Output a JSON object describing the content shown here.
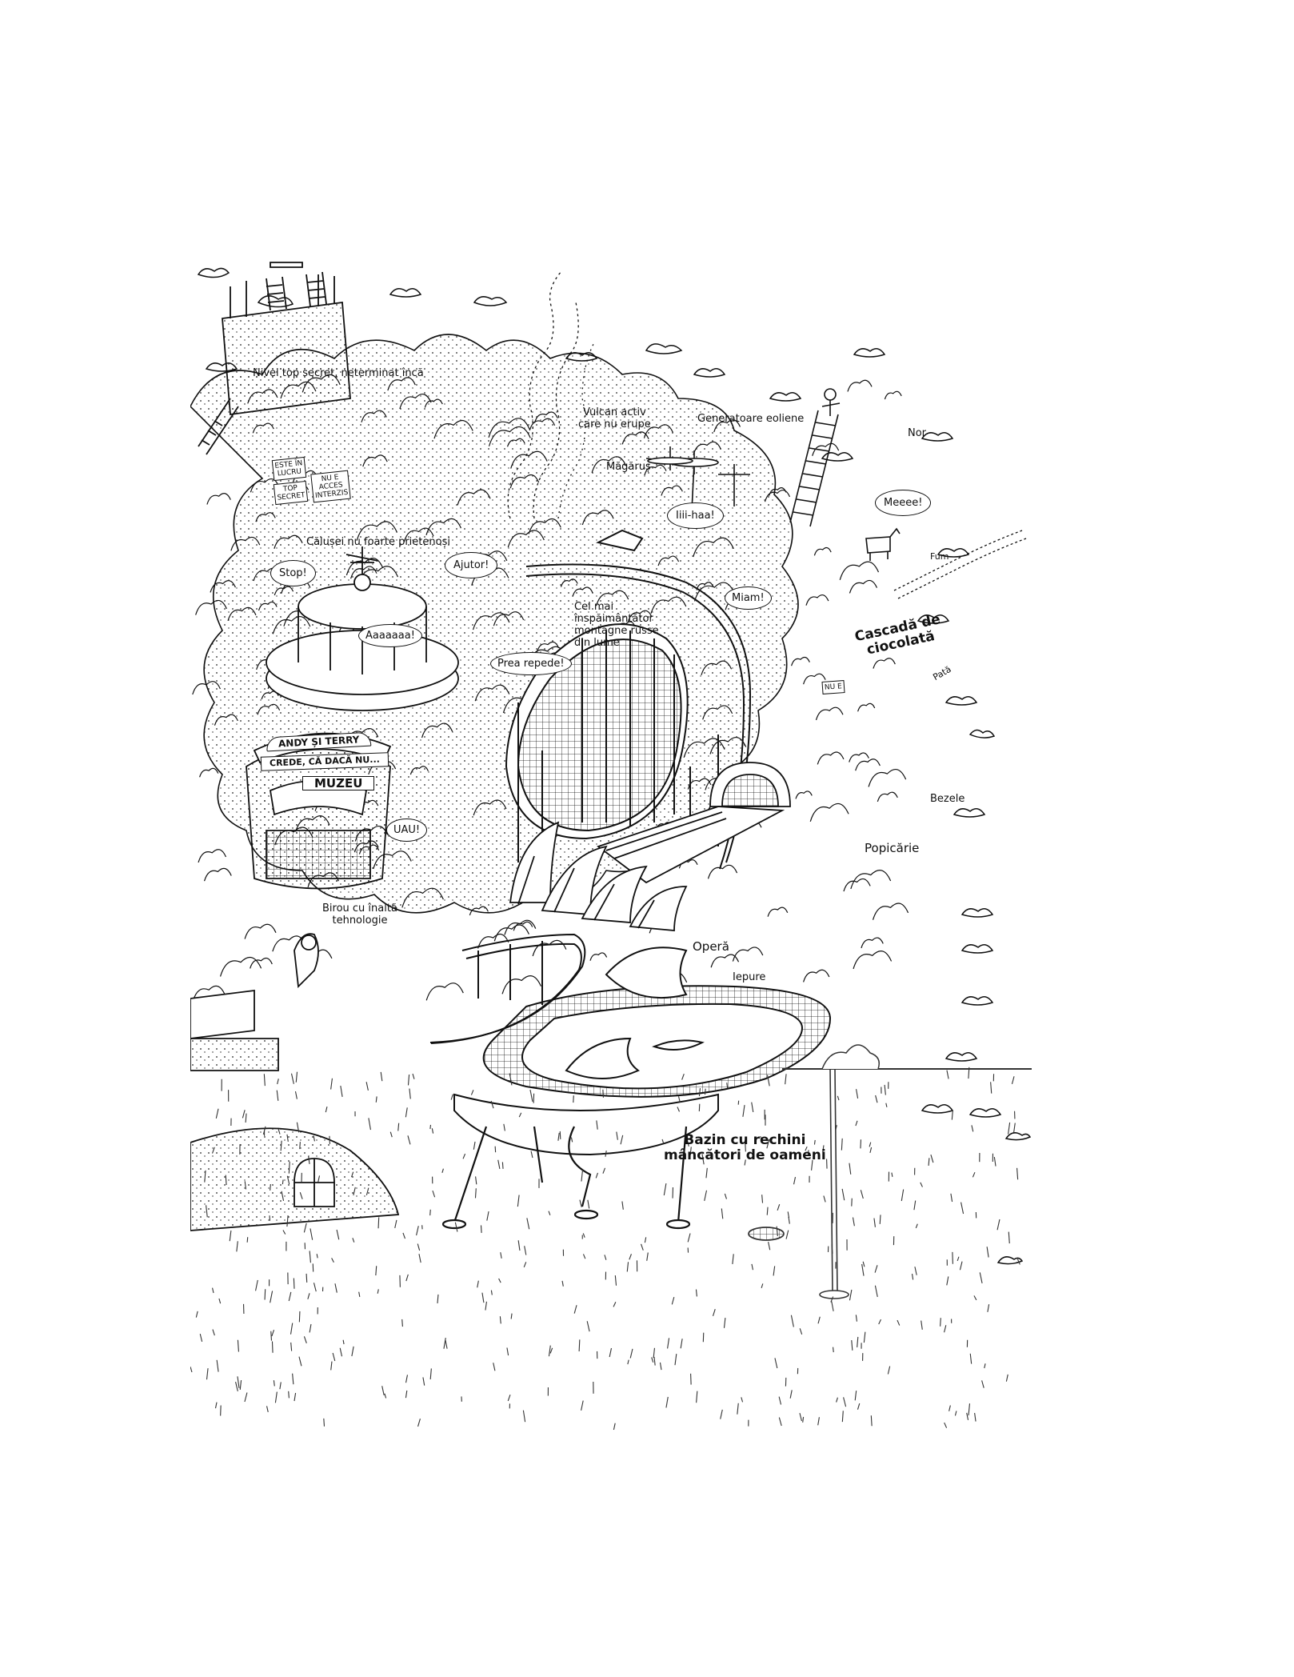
{
  "labels": {
    "nivel_top_secret": "Nivel top secret, neterminat încă",
    "vulcan": "Vulcan activ\ncare nu erupe",
    "generatoare": "Generatoare eoliene",
    "nor": "Nor",
    "magarus": "Măgăruș",
    "iii_haa": "Iiii-haa!",
    "meeee": "Meeee!",
    "fum": "Fum",
    "calusei": "Călușei nu foarte prietenoși",
    "stop": "Stop!",
    "ajutor": "Ajutor!",
    "aaaa": "Aaaaaaa!",
    "prea_repede": "Prea repede!",
    "montagne": "Cel mai\nînspăimântător\nmontagne russe\ndin lume",
    "miam": "Miam!",
    "cascada": "Cascadă de\nciocolată",
    "pata": "Pată",
    "bezele": "Bezele",
    "popicarie": "Popicărie",
    "uau": "UAU!",
    "birou": "Birou cu înaltă\ntehnologie",
    "opera": "Operă",
    "iepure": "Iepure",
    "bazin": "Bazin cu rechini\nmâncători de oameni"
  },
  "signs": {
    "este_in_lucru": "ESTE ÎN\nLUCRU",
    "top_secret": "TOP\nSECRET",
    "nu_e_acces": "NU E\nACCES\nINTERZIS",
    "nu_e": "NU E",
    "museum_top": "ANDY ȘI TERRY",
    "museum_mid": "CREDE, CĂ DACĂ NU...",
    "museum_name": "MUZEU"
  },
  "colors": {
    "ink": "#111111",
    "paper": "#ffffff",
    "grass": "#333333"
  }
}
